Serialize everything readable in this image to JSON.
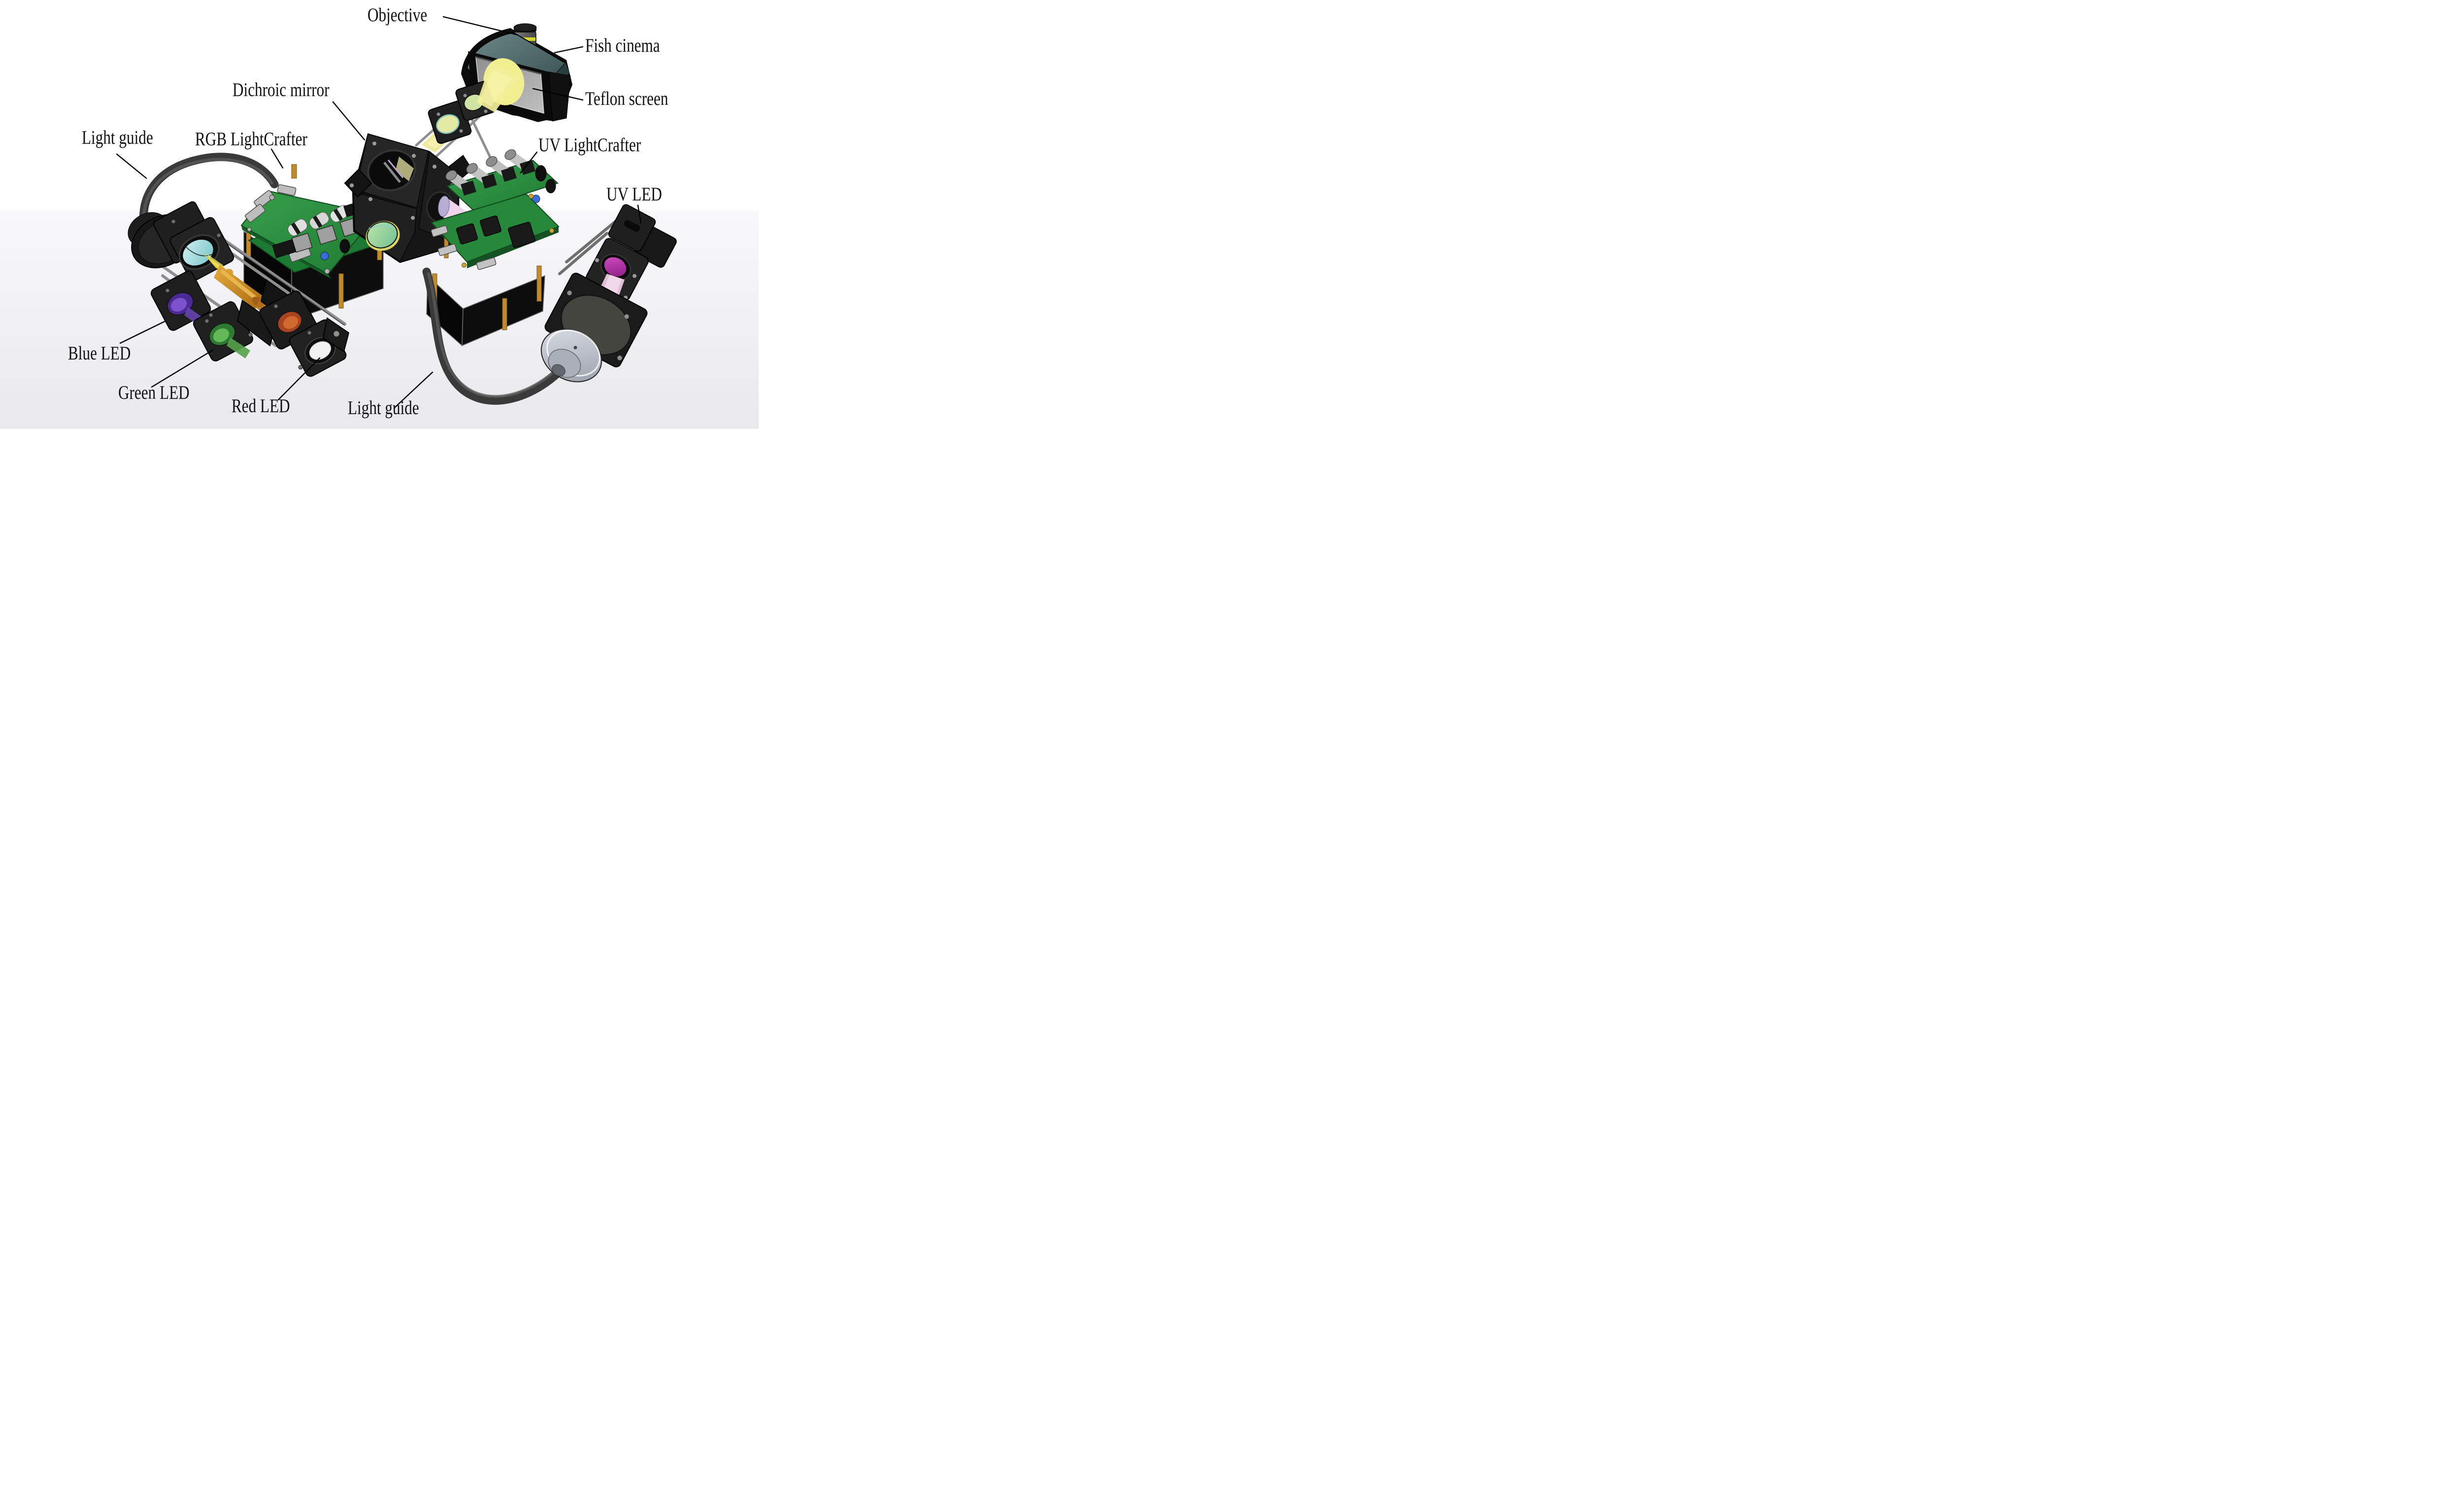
{
  "figure": {
    "type": "3d-cad-render-diagram",
    "description": "Exploded CAD render of a dual-projector fish cinema stimulation setup with RGB and UV LightCrafter projectors, dichroic mirror cube, LED light engines, light guides and a Teflon projection screen",
    "background": "#ffffff",
    "floor_color": "#ededef"
  },
  "labels": {
    "objective": {
      "text": "Objective"
    },
    "fish_cinema": {
      "text": "Fish cinema"
    },
    "dichroic_mirror": {
      "text": "Dichroic mirror"
    },
    "teflon_screen": {
      "text": "Teflon screen"
    },
    "light_guide_left": {
      "text": "Light guide"
    },
    "rgb_lightcrafter": {
      "text": "RGB LightCrafter"
    },
    "uv_lightcrafter": {
      "text": "UV LightCrafter"
    },
    "uv_led": {
      "text": "UV LED"
    },
    "blue_led": {
      "text": "Blue LED"
    },
    "green_led": {
      "text": "Green LED"
    },
    "red_led": {
      "text": "Red LED"
    },
    "light_guide_bottom": {
      "text": "Light guide"
    }
  },
  "colors": {
    "label_text": "#111111",
    "leader_line": "#000000",
    "pcb_green": "#2f9441",
    "pcb_green_dark": "#1d7a32",
    "beam_yellow": "#f1ee8f",
    "beam_amber": "#c9861f",
    "beam_pink": "#ecc9e2",
    "lens_cyan": "#a9e2e4",
    "lens_green": "#9fd9a8",
    "lens_purple": "#6a46b5",
    "lens_magenta": "#c02bb0",
    "lens_red": "#c05a2a",
    "housing_teal": "#51696b",
    "cable_gray": "#3a3a3a",
    "rod_gray": "#8f8f8f",
    "standoff_gold": "#c08a2e",
    "connector_silver": "#bdbdbd",
    "collimator_silver": "#c7ccd4"
  }
}
